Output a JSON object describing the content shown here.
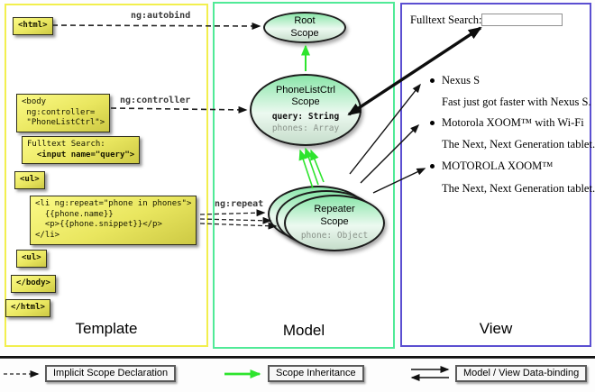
{
  "template_panel": {
    "title": "Template",
    "code": {
      "html_open": "<html>",
      "body_open": "<body\n ng:controller=\n \"PhoneListCtrl\">",
      "fulltext_label": "Fulltext Search:",
      "input_tag": "  <input name=\"query\">",
      "ul_open": "<ul>",
      "li_repeat": "<li ng:repeat=\"phone in phones\">\n  {{phone.name}}\n  <p>{{phone.snippet}}</p>\n</li>",
      "ul_close": "<ul>",
      "body_close": "</body>",
      "html_close": "</html>"
    }
  },
  "model_panel": {
    "title": "Model",
    "root_scope": {
      "name": "Root\nScope"
    },
    "phonelist_scope": {
      "name": "PhoneListCtrl\nScope",
      "prop_query": "query: String",
      "prop_phones": "phones: Array"
    },
    "repeater_scope": {
      "name": "Repeater\nScope",
      "prop_phone": "phone: Object"
    }
  },
  "view_panel": {
    "title": "View",
    "search_label": "Fulltext Search:",
    "search_value": "",
    "items": [
      {
        "title": "Nexus S",
        "description": "Fast just got faster with Nexus S."
      },
      {
        "title": "Motorola XOOM™ with Wi-Fi",
        "description": "The Next, Next Generation tablet."
      },
      {
        "title": "MOTOROLA XOOM™",
        "description": "The Next, Next Generation tablet."
      }
    ]
  },
  "arrow_labels": {
    "autobind": "ng:autobind",
    "controller": "ng:controller",
    "repeat": "ng:repeat"
  },
  "legend": {
    "implicit_scope": "Implicit Scope Declaration",
    "scope_inheritance": "Scope Inheritance",
    "data_binding": "Model / View Data-binding"
  },
  "colors": {
    "template_border": "#f2ef4e",
    "model_border": "#50ea97",
    "view_border": "#5b4fd1",
    "inheritance_green": "#2ee42e",
    "code_box_yellow": "#e9e65f",
    "scope_green": "#8be6aa"
  }
}
